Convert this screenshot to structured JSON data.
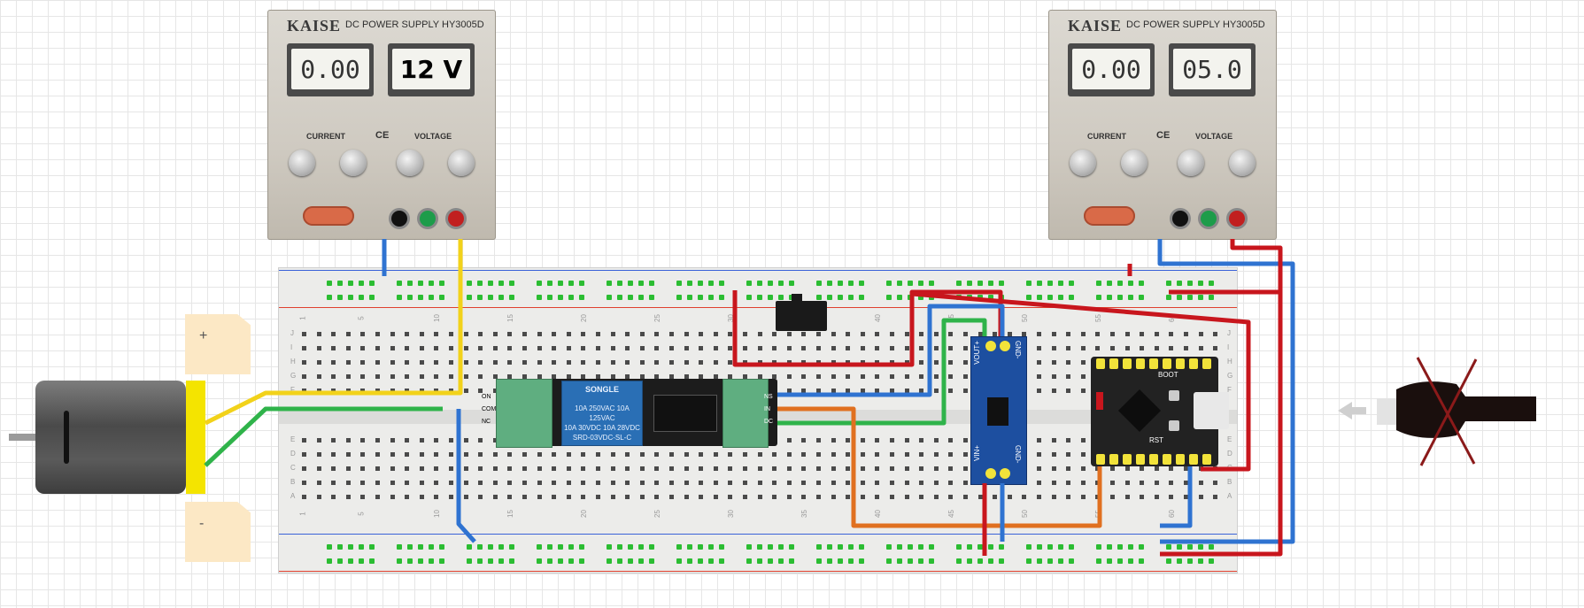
{
  "psu_left": {
    "brand": "KAISE",
    "model": "DC POWER SUPPLY HY3005D",
    "current_display": "0.00",
    "voltage_display": "12 V",
    "current_label": "CURRENT",
    "voltage_label": "VOLTAGE",
    "ce_mark": "CE"
  },
  "psu_right": {
    "brand": "KAISE",
    "model": "DC POWER SUPPLY HY3005D",
    "current_display": "0.00",
    "voltage_display": "05.0",
    "current_label": "CURRENT",
    "voltage_label": "VOLTAGE",
    "ce_mark": "CE"
  },
  "breadboard": {
    "column_labels": [
      "1",
      "5",
      "10",
      "15",
      "20",
      "25",
      "30",
      "35",
      "40",
      "45",
      "50",
      "55",
      "60"
    ],
    "row_labels_top": [
      "J",
      "I",
      "H",
      "G",
      "F"
    ],
    "row_labels_bottom": [
      "E",
      "D",
      "C",
      "B",
      "A"
    ]
  },
  "relay": {
    "brand": "SONGLE",
    "spec1": "10A 250VAC 10A 125VAC",
    "spec2": "10A 30VDC 10A 28VDC",
    "part": "SRD-03VDC-SL-C",
    "pins_left": [
      "ON",
      "COM",
      "NC"
    ],
    "pins_right": [
      "NS",
      "IN",
      "DC"
    ]
  },
  "buck": {
    "top_left": "VOUT+",
    "top_right": "GND-",
    "bottom_left": "VIN+",
    "bottom_right": "GND-"
  },
  "mcu": {
    "boot_label": "BOOT",
    "rst_label": "RST"
  },
  "notes": {
    "plus": "+",
    "minus": "-"
  },
  "colors": {
    "wire_red": "#c8161d",
    "wire_blue": "#2f73d1",
    "wire_yellow": "#f2d21a",
    "wire_green": "#2fb34a",
    "wire_orange": "#e07020",
    "rail_red": "#e0412f",
    "rail_blue": "#3a62d8"
  },
  "icons": {
    "usb_cross": "crossed-out-usb-plug-icon",
    "arrow": "arrow-left-icon"
  }
}
